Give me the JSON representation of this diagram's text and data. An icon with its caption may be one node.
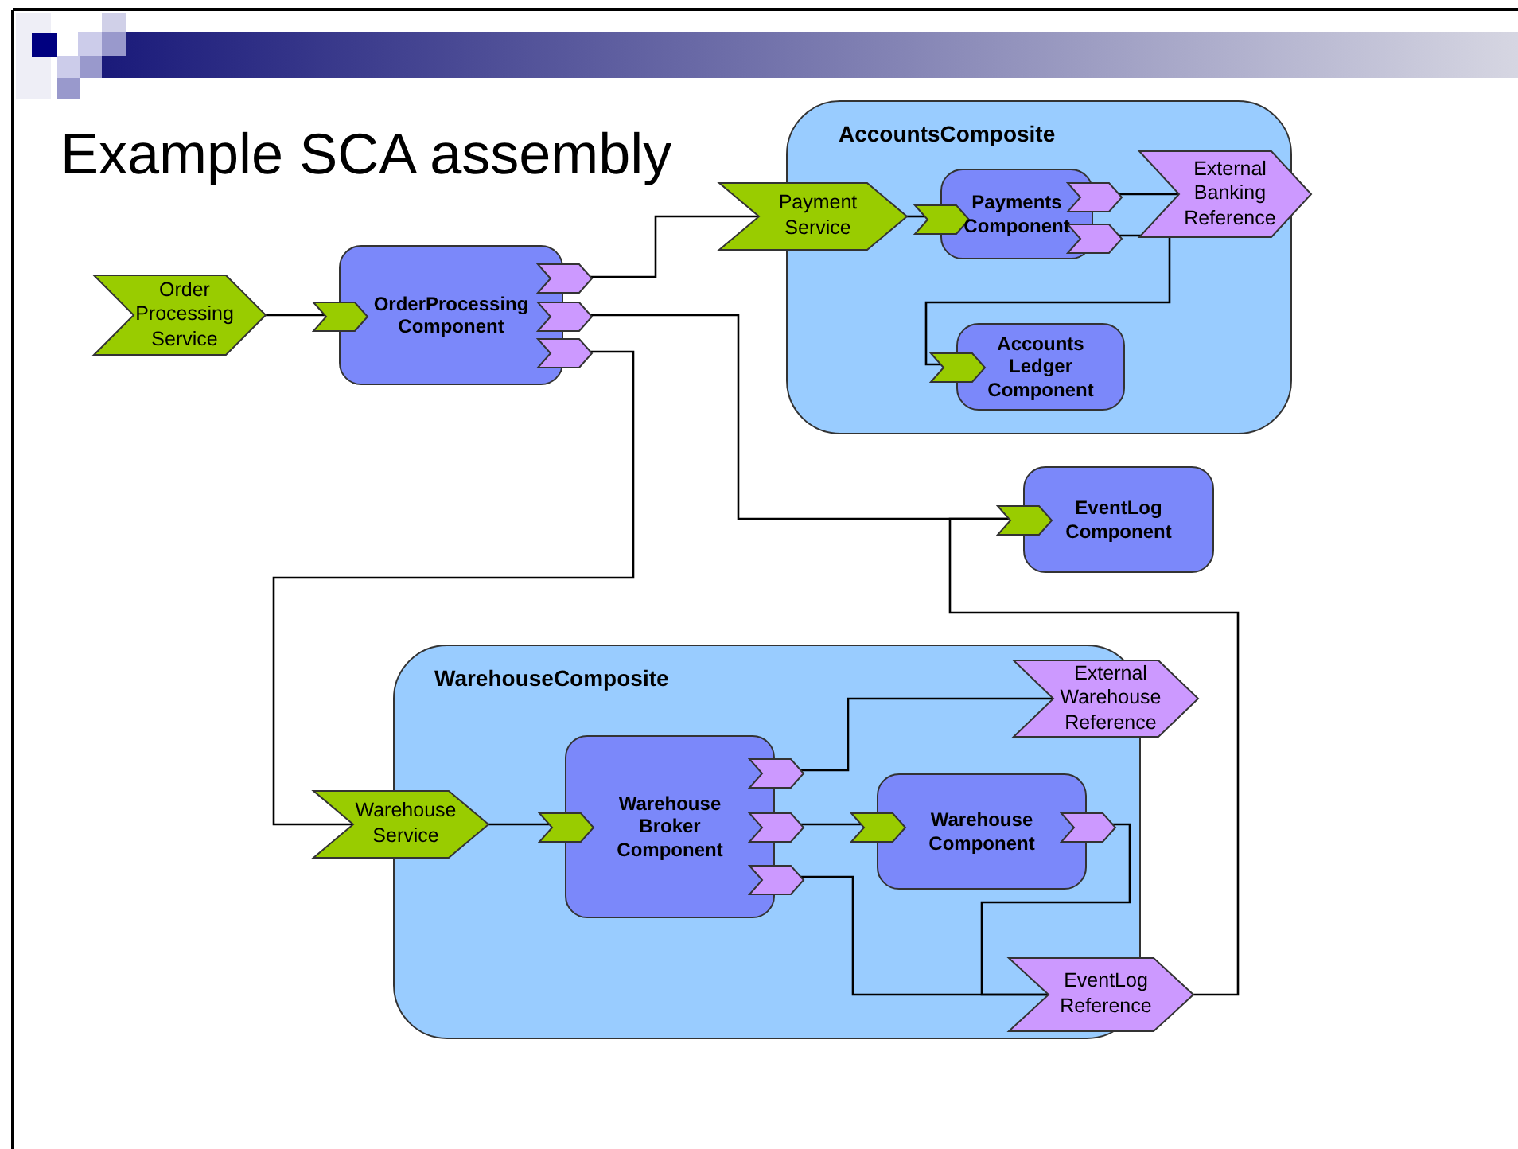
{
  "diagram": {
    "title": "Example SCA assembly",
    "nodes": [
      {
        "text": [
          "AccountsComposite"
        ]
      },
      {
        "text": [
          "Payment Service"
        ]
      },
      {
        "text": [
          "Payments Component"
        ],
        "in": 0
      },
      {
        "text": [
          "External Banking Reference"
        ]
      },
      {
        "text": [
          "Accounts Ledger Component"
        ],
        "in": 0
      },
      {
        "text": [
          "Order Processing Service"
        ]
      },
      {
        "text": [
          "OrderProcessing Component"
        ]
      },
      {
        "text": [
          "EventLog Component"
        ]
      },
      {
        "text": [
          "WarehouseComposite"
        ]
      },
      {
        "text": [
          "Warehouse Service"
        ]
      },
      {
        "text": [
          "Warehouse Broker Component"
        ],
        "in": 8
      },
      {
        "text": [
          "Warehouse Component"
        ],
        "in": 8
      },
      {
        "text": [
          "External Warehouse Reference"
        ]
      },
      {
        "text": [
          "EventLog Reference"
        ]
      }
    ],
    "edges": [
      {
        "from": 5,
        "to": 6,
        "arrow": "none"
      },
      {
        "from": 6,
        "to": 1,
        "arrow": "none"
      },
      {
        "from": 6,
        "to": 7,
        "arrow": "none"
      },
      {
        "from": 6,
        "to": 9,
        "arrow": "none"
      },
      {
        "from": 1,
        "to": 2,
        "arrow": "none"
      },
      {
        "from": 2,
        "to": 3,
        "arrow": "none"
      },
      {
        "from": 2,
        "to": 4,
        "arrow": "none"
      },
      {
        "from": 9,
        "to": 10,
        "arrow": "none"
      },
      {
        "from": 10,
        "to": 12,
        "arrow": "none"
      },
      {
        "from": 10,
        "to": 11,
        "arrow": "none"
      },
      {
        "from": 10,
        "to": 13,
        "arrow": "none"
      },
      {
        "from": 11,
        "to": 13,
        "arrow": "none"
      },
      {
        "from": 13,
        "to": 7,
        "arrow": "none"
      }
    ]
  }
}
